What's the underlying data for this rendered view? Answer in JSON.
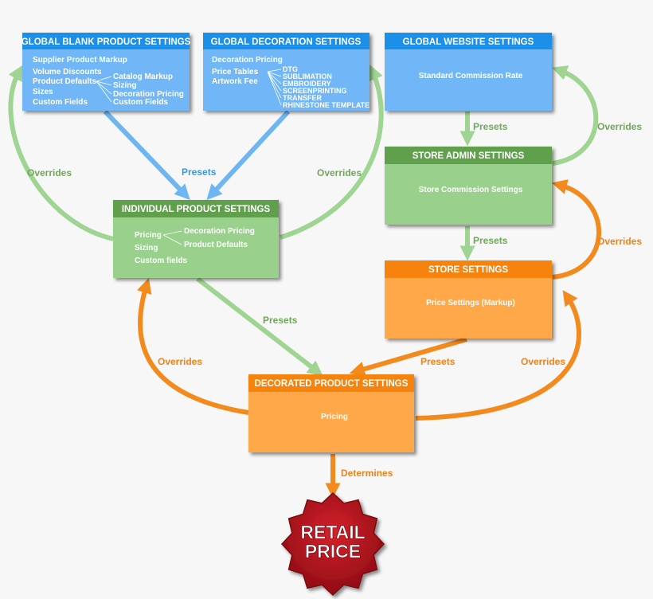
{
  "colors": {
    "blue_header": "#1f8fe8",
    "blue_body": "#71b7f7",
    "green_header": "#60a04e",
    "green_body": "#98d08c",
    "orange_header": "#f5830d",
    "orange_body": "#ffa84a",
    "green_arrow": "#9fd492",
    "blue_arrow": "#6db6f2",
    "orange_arrow": "#f38a1d",
    "badge": "#b8141e"
  },
  "boxes": {
    "global_blank": {
      "title": "GLOBAL BLANK PRODUCT SETTINGS",
      "items": [
        "Supplier Product Markup",
        "Volume Discounts",
        "Product Defaults",
        "Sizes",
        "Custom Fields"
      ],
      "sub_items": [
        "Catalog Markup",
        "Sizing",
        "Decoration Pricing",
        "Custom Fields"
      ]
    },
    "global_decoration": {
      "title": "GLOBAL DECORATION SETTINGS",
      "items": [
        "Decoration Pricing",
        "Price Tables",
        "Artwork Fee"
      ],
      "sub_items": [
        "DTG",
        "SUBLIMATION",
        "EMBROIDERY",
        "SCREENPRINTING",
        "TRANSFER",
        "RHINESTONE TEMPLATE"
      ]
    },
    "global_website": {
      "title": "GLOBAL WEBSITE SETTINGS",
      "body": "Standard Commission Rate"
    },
    "store_admin": {
      "title": "STORE ADMIN SETTINGS",
      "body": "Store Commission Settings"
    },
    "individual_product": {
      "title": "INDIVIDUAL PRODUCT SETTINGS",
      "items": [
        "Pricing",
        "Sizing",
        "Custom fields"
      ],
      "sub_items": [
        "Decoration Pricing",
        "Product Defaults"
      ]
    },
    "store": {
      "title": "STORE SETTINGS",
      "body": "Price Settings (Markup)"
    },
    "decorated_product": {
      "title": "DECORATED PRODUCT SETTINGS",
      "body": "Pricing"
    }
  },
  "edge_labels": {
    "presets": "Presets",
    "overrides": "Overrides",
    "determines": "Determines"
  },
  "result": {
    "line1": "RETAIL",
    "line2": "PRICE"
  }
}
